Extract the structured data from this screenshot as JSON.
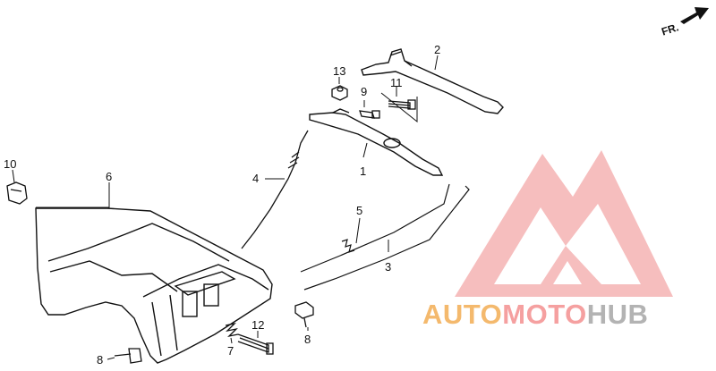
{
  "orientation": {
    "label": "FR."
  },
  "callouts": [
    {
      "id": "c1",
      "text": "1"
    },
    {
      "id": "c2",
      "text": "2"
    },
    {
      "id": "c3",
      "text": "3"
    },
    {
      "id": "c4",
      "text": "4"
    },
    {
      "id": "c5",
      "text": "5"
    },
    {
      "id": "c6",
      "text": "6"
    },
    {
      "id": "c7",
      "text": "7"
    },
    {
      "id": "c8a",
      "text": "8"
    },
    {
      "id": "c8b",
      "text": "8"
    },
    {
      "id": "c9",
      "text": "9"
    },
    {
      "id": "c10",
      "text": "10"
    },
    {
      "id": "c11",
      "text": "11"
    },
    {
      "id": "c12",
      "text": "12"
    },
    {
      "id": "c13",
      "text": "13"
    }
  ],
  "watermark": {
    "part1": "AUTO",
    "part2": "MOTO",
    "part3": "HUB",
    "colors": [
      "#f4b96d",
      "#f5a0a0",
      "#b3b3b3"
    ]
  }
}
